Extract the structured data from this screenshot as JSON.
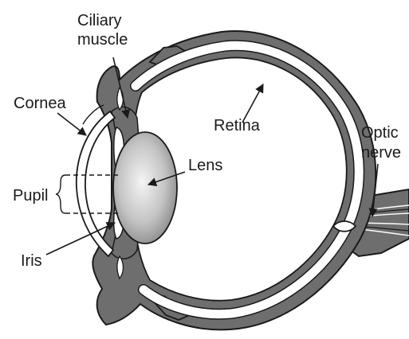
{
  "labels": {
    "ciliary_line1": "Ciliary",
    "ciliary_line2": "muscle",
    "cornea": "Cornea",
    "retina": "Retina",
    "optic_line1": "Optic",
    "optic_line2": "nerve",
    "lens": "Lens",
    "pupil": "Pupil",
    "iris": "Iris"
  },
  "colors": {
    "tissue": "#6e6e6e",
    "outline": "#1a1a1a",
    "white_layer": "#ffffff",
    "lens_center": "#f2f2f2",
    "lens_edge": "#8c8c8c"
  }
}
